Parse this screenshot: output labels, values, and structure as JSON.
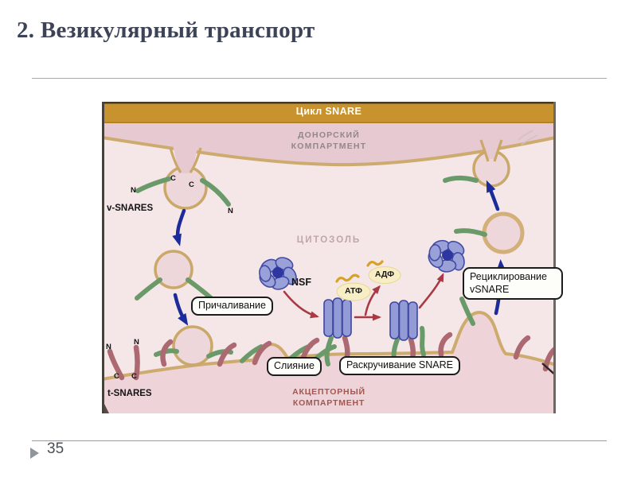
{
  "slide": {
    "title": "2. Везикулярный транспорт",
    "page_number": "35"
  },
  "figure": {
    "header_title": "Цикл SNARE",
    "regions": {
      "donor_compartment": [
        "ДОНОРСКИЙ",
        "КОМПАРТМЕНТ"
      ],
      "cytosol": "ЦИТОЗОЛЬ",
      "acceptor_compartment": [
        "АКЦЕПТОРНЫЙ",
        "КОМПАРТМЕНТ"
      ]
    },
    "molecule_labels": {
      "v_snares": "v-SNARES",
      "t_snares": "t-SNARES",
      "nsf": "NSF",
      "atp": "АТФ",
      "adp": "АДФ"
    },
    "terminals": {
      "n": "N",
      "c": "C"
    },
    "step_labels": {
      "docking": "Причаливание",
      "fusion": "Слияние",
      "unwinding": "Раскручивание SNARE",
      "recycling": [
        "Рециклирование",
        "vSNARE"
      ]
    },
    "colors": {
      "header_band": "#c8932e",
      "cytosol_bg": "#f5e6e8",
      "compartment_bg": "#e7c9d1",
      "membrane": "#cdab6e",
      "vesicle_fill": "#eed7da",
      "v_snare_green": "#6a9a6a",
      "t_snare_maroon": "#ad6972",
      "nsf_fill": "#99a1d8",
      "nsf_edge": "#434ba4",
      "arrow_blue": "#1c2b9a",
      "arrow_red": "#a83a45",
      "nucleotide_fill": "#f7eec6"
    }
  }
}
